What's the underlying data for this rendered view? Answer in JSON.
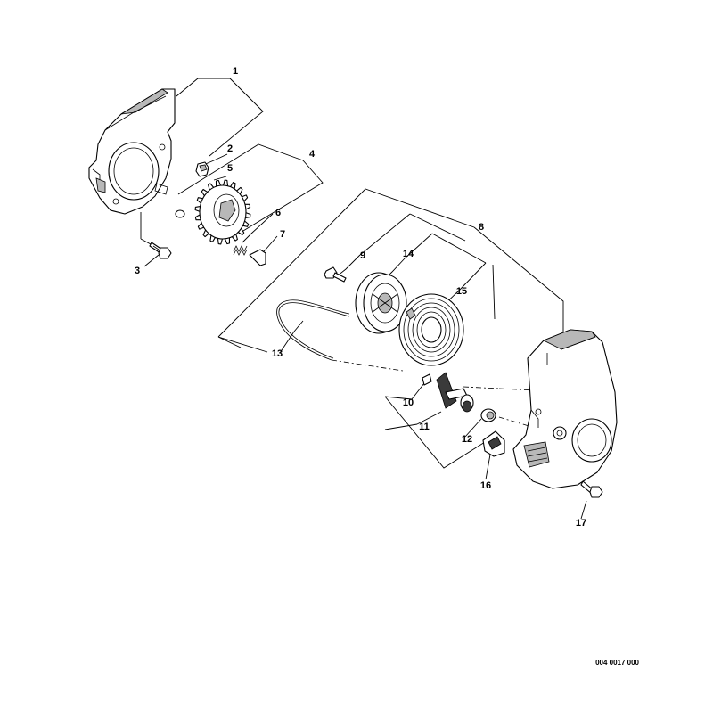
{
  "parts": [
    {
      "id": "p1",
      "number": "1",
      "name": "fan-housing"
    },
    {
      "id": "p2",
      "number": "2",
      "name": "nut"
    },
    {
      "id": "p3",
      "number": "3",
      "name": "screw"
    },
    {
      "id": "p4",
      "number": "4",
      "name": "pawl-carrier-assembly"
    },
    {
      "id": "p5",
      "number": "5",
      "name": "pawl-carrier"
    },
    {
      "id": "p6",
      "number": "6",
      "name": "spring"
    },
    {
      "id": "p7",
      "number": "7",
      "name": "pawl"
    },
    {
      "id": "p8",
      "number": "8",
      "name": "rewind-starter-assembly"
    },
    {
      "id": "p9",
      "number": "9",
      "name": "screw"
    },
    {
      "id": "p10",
      "number": "10",
      "name": "clip"
    },
    {
      "id": "p11",
      "number": "11",
      "name": "starter-grip"
    },
    {
      "id": "p12",
      "number": "12",
      "name": "grommet"
    },
    {
      "id": "p13",
      "number": "13",
      "name": "starter-rope"
    },
    {
      "id": "p14",
      "number": "14",
      "name": "rope-rotor"
    },
    {
      "id": "p15",
      "number": "15",
      "name": "rewind-spring"
    },
    {
      "id": "p16",
      "number": "16",
      "name": "cap"
    },
    {
      "id": "p17",
      "number": "17",
      "name": "screw"
    }
  ],
  "diagram_code": "004 0017 000"
}
